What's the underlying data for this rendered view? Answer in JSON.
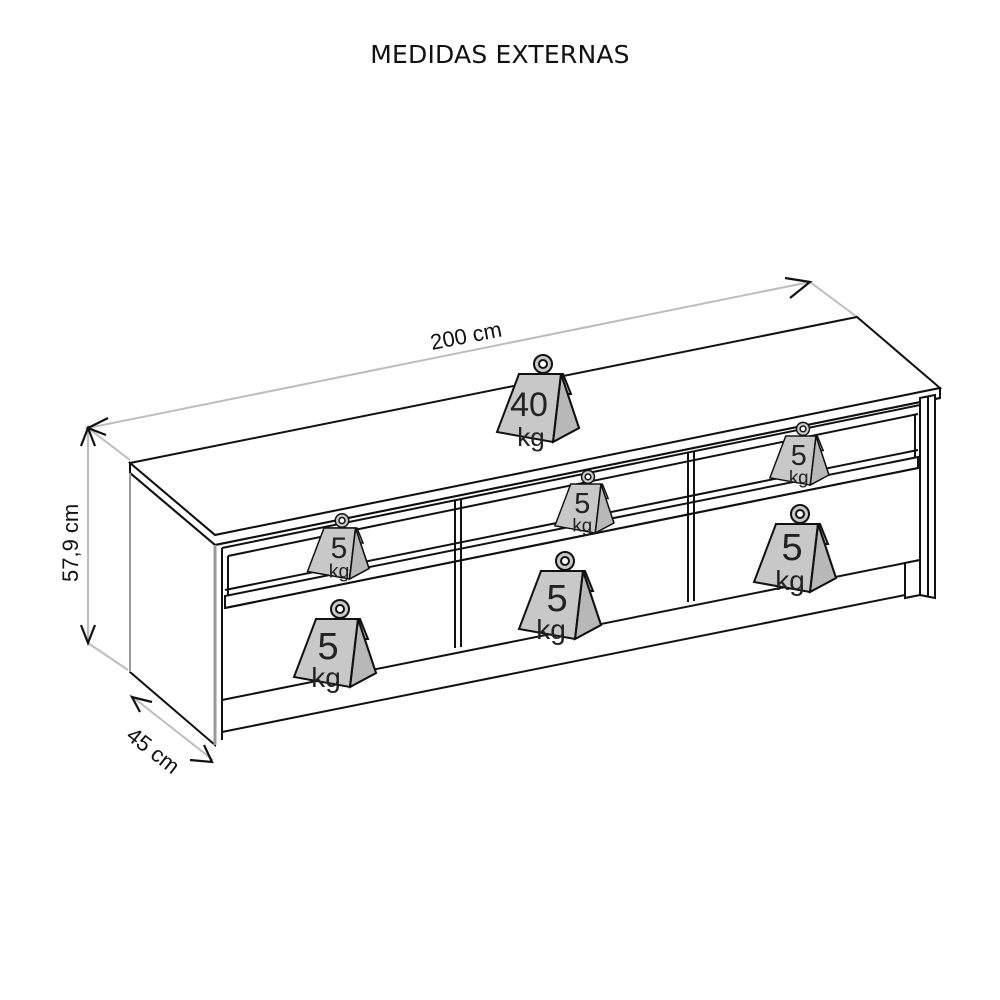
{
  "title": "MEDIDAS EXTERNAS",
  "dimensions": {
    "width": "200 cm",
    "height": "57,9 cm",
    "depth": "45 cm"
  },
  "weights": [
    {
      "id": "top",
      "value": "40",
      "unit": "kg"
    },
    {
      "id": "drawer-top-left",
      "value": "5",
      "unit": "kg"
    },
    {
      "id": "drawer-top-middle",
      "value": "5",
      "unit": "kg"
    },
    {
      "id": "drawer-top-right",
      "value": "5",
      "unit": "kg"
    },
    {
      "id": "drawer-bottom-left",
      "value": "5",
      "unit": "kg"
    },
    {
      "id": "drawer-bottom-middle",
      "value": "5",
      "unit": "kg"
    },
    {
      "id": "drawer-bottom-right",
      "value": "5",
      "unit": "kg"
    }
  ],
  "colors": {
    "line": "#111111",
    "dimension_line": "#bdbdbd",
    "weight_fill": "#c8c8c8"
  }
}
